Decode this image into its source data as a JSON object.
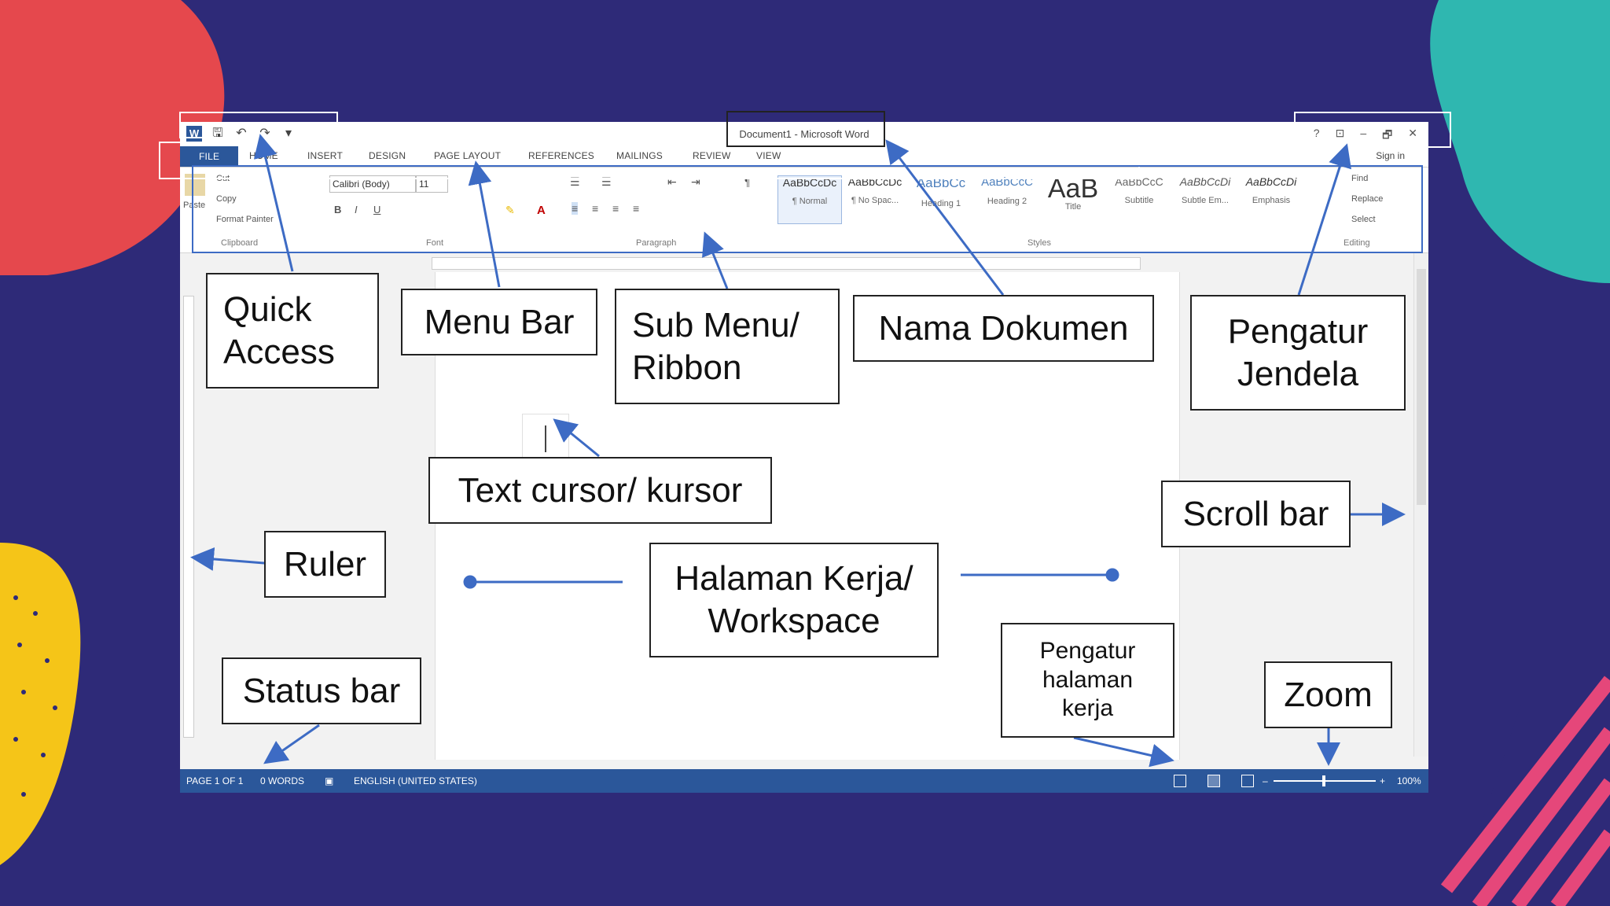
{
  "colors": {
    "background": "#2e2a78",
    "word_blue": "#2b579a",
    "annotation_arrow": "#3d6bc4"
  },
  "word": {
    "title": "Document1 - Microsoft Word",
    "quick_access_icons": [
      "word-logo-icon",
      "save-icon",
      "undo-icon",
      "redo-icon",
      "customize-icon"
    ],
    "window_controls": [
      "?",
      "⊡",
      "–",
      "🗗",
      "✕"
    ],
    "menu": [
      "FILE",
      "HOME",
      "INSERT",
      "DESIGN",
      "PAGE LAYOUT",
      "REFERENCES",
      "MAILINGS",
      "REVIEW",
      "VIEW"
    ],
    "sign_in": "Sign in",
    "ribbon": {
      "clipboard": {
        "paste": "Paste",
        "cut": "Cut",
        "copy": "Copy",
        "format_painter": "Format Painter",
        "label": "Clipboard"
      },
      "font": {
        "family": "Calibri (Body)",
        "size": "11",
        "label": "Font"
      },
      "paragraph_label": "Paragraph",
      "styles": [
        {
          "preview": "AaBbCcDc",
          "name": "¶ Normal"
        },
        {
          "preview": "AaBbCcDc",
          "name": "¶ No Spac..."
        },
        {
          "preview": "AaBbCc",
          "name": "Heading 1"
        },
        {
          "preview": "AaBbCcC",
          "name": "Heading 2"
        },
        {
          "preview": "AaB",
          "name": "Title"
        },
        {
          "preview": "AaBbCcC",
          "name": "Subtitle"
        },
        {
          "preview": "AaBbCcDi",
          "name": "Subtle Em..."
        },
        {
          "preview": "AaBbCcDi",
          "name": "Emphasis"
        }
      ],
      "styles_label": "Styles",
      "editing": {
        "find": "Find",
        "replace": "Replace",
        "select": "Select",
        "label": "Editing"
      }
    },
    "status": {
      "page": "PAGE 1 OF 1",
      "words": "0 WORDS",
      "language": "ENGLISH (UNITED STATES)",
      "zoom": "100%"
    }
  },
  "annotations": {
    "quick_access": "Quick Access",
    "menu_bar": "Menu Bar",
    "ribbon": "Sub Menu/ Ribbon",
    "doc_name": "Nama Dokumen",
    "window_controls": "Pengatur Jendela",
    "text_cursor": "Text cursor/ kursor",
    "scroll_bar": "Scroll bar",
    "ruler": "Ruler",
    "workspace": "Halaman Kerja/ Workspace",
    "page_view": "Pengatur halaman kerja",
    "status_bar": "Status bar",
    "zoom": "Zoom"
  }
}
